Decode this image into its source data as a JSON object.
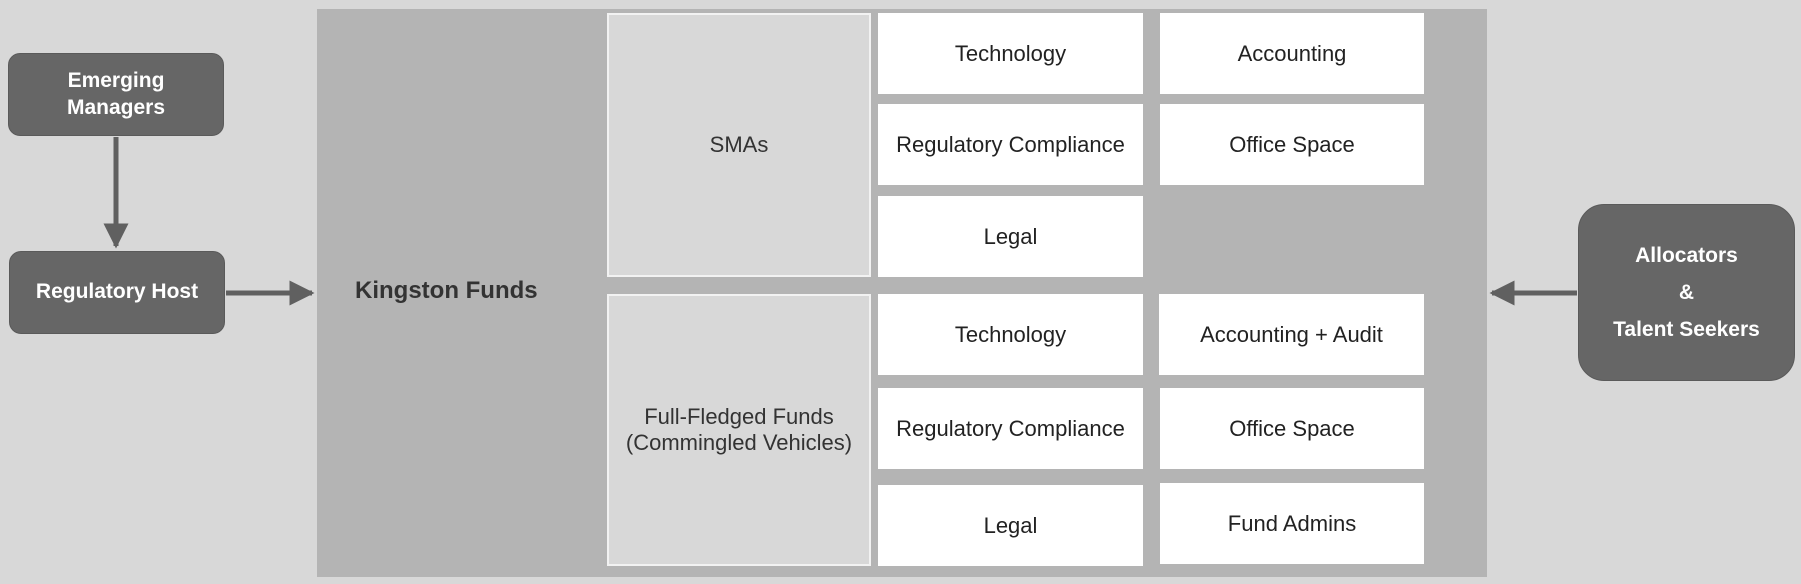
{
  "left_nodes": {
    "emerging_managers": "Emerging\nManagers",
    "regulatory_host": "Regulatory Host"
  },
  "main": {
    "title": "Kingston Funds",
    "groups": [
      {
        "label": "SMAs",
        "services": [
          "Technology",
          "Accounting",
          "Regulatory Compliance",
          "Office Space",
          "Legal"
        ]
      },
      {
        "label": "Full-Fledged Funds\n(Commingled Vehicles)",
        "services": [
          "Technology",
          "Accounting + Audit",
          "Regulatory Compliance",
          "Office Space",
          "Legal",
          "Fund Admins"
        ]
      }
    ]
  },
  "right_node": {
    "line1": "Allocators",
    "line2": "&",
    "line3": "Talent Seekers"
  },
  "colors": {
    "background": "#d8d8d8",
    "panel": "#b4b4b4",
    "dark_node": "#666666",
    "service_box": "#ffffff"
  }
}
